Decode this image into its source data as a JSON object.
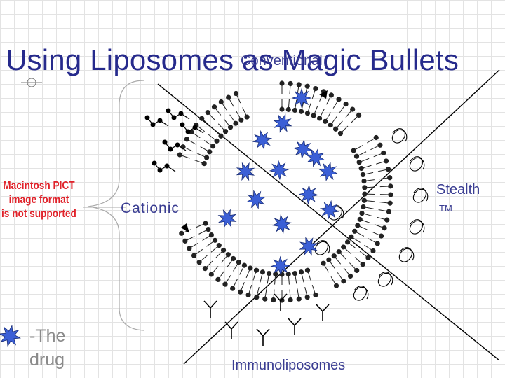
{
  "slide": {
    "title": "Using Liposomes as Magic Bullets",
    "labels": {
      "conventional": "Conventional",
      "cationic": "Cationic",
      "stealth": "Stealth",
      "trademark": "TM",
      "immunoliposomes": "Immunoliposomes"
    },
    "legend": {
      "drug_text": "-The drug",
      "icon": "drug-star-icon"
    },
    "missing_image_notice": [
      "Macintosh PICT",
      "image format",
      "is not supported"
    ]
  },
  "colors": {
    "title": "#262a8c",
    "labels": "#3a3d92",
    "drug_fill": "#3b5fd6",
    "error_text": "#e0222a",
    "grid": "#e3e3e3"
  }
}
